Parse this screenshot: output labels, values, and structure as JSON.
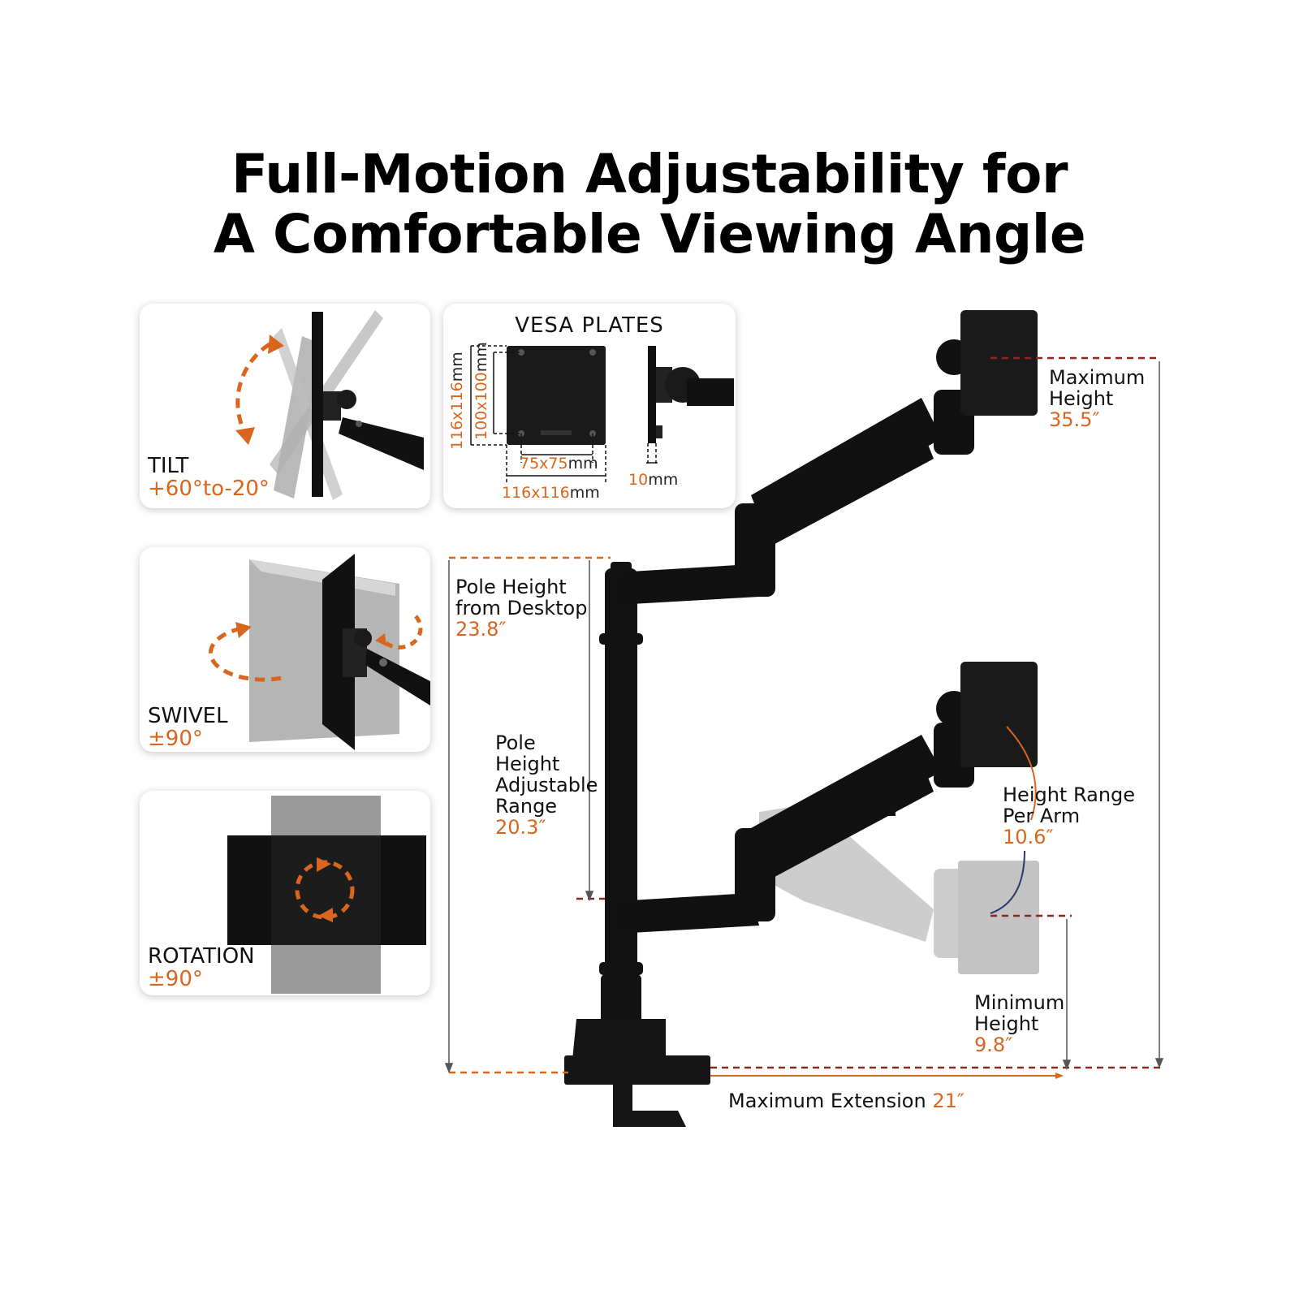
{
  "title": {
    "line1": "Full-Motion Adjustability for",
    "line2": "A Comfortable Viewing Angle"
  },
  "features": [
    {
      "label": "TILT",
      "value": "+60°to-20°"
    },
    {
      "label": "SWIVEL",
      "value": "±90°"
    },
    {
      "label": "ROTATION",
      "value": "±90°"
    }
  ],
  "vesa": {
    "title": "VESA PLATES",
    "dims": {
      "h_small": "75x75",
      "h_large": "116x116",
      "v_small": "100x100",
      "v_large": "116x116",
      "thickness": "10",
      "unit": "mm"
    }
  },
  "annotations": {
    "max_height": {
      "label_line1": "Maximum",
      "label_line2": "Height",
      "value": "35.5″"
    },
    "pole_height": {
      "label_line1": "Pole Height",
      "label_line2": "from Desktop",
      "value": "23.8″"
    },
    "pole_adjustable": {
      "label_line1": "Pole",
      "label_line2": "Height",
      "label_line3": "Adjustable",
      "label_line4": "Range",
      "value": "20.3″"
    },
    "height_range": {
      "label_line1": "Height Range",
      "label_line2": "Per Arm",
      "value": "10.6″"
    },
    "min_height": {
      "label_line1": "Minimum",
      "label_line2": "Height",
      "value": "9.8″"
    },
    "max_extension": {
      "label": "Maximum Extension",
      "value": "21″"
    }
  },
  "colors": {
    "accent": "#d9661f",
    "dashed_line": "#8a2a1a",
    "mount_black": "#141414",
    "ghost_gray": "#c8c8c8"
  }
}
